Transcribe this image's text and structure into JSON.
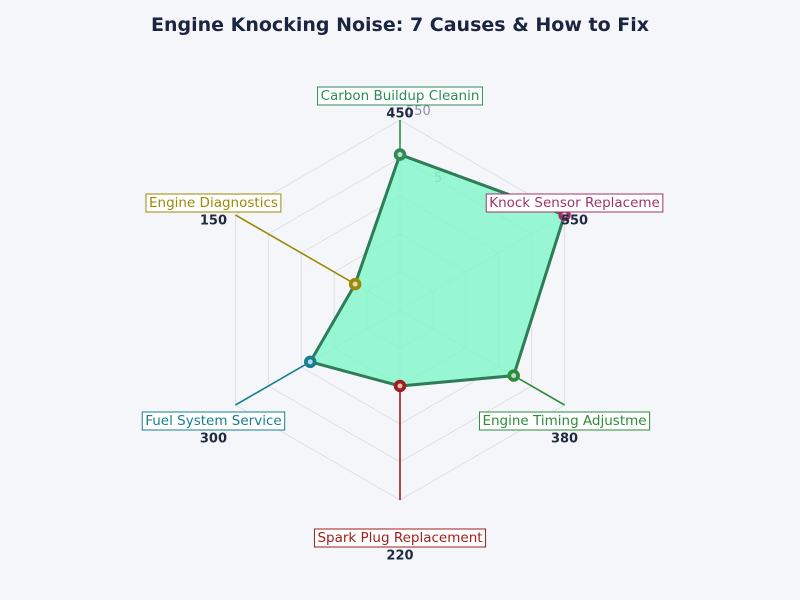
{
  "chart_data": {
    "type": "radar",
    "title": "Engine Knocking Noise: 7 Causes & How to Fix",
    "rmax": 550,
    "tick_labels": [
      "550",
      "5"
    ],
    "categories": [
      "Carbon Buildup Cleanin",
      "Knock Sensor Replaceme",
      "Engine Timing Adjustme",
      "Spark Plug Replacement",
      "Fuel System Service",
      "Engine Diagnostics"
    ],
    "values": [
      450,
      550,
      380,
      220,
      300,
      150
    ],
    "value_labels": [
      "450",
      "550",
      "380",
      "220",
      "300",
      "150"
    ],
    "colors": [
      "#2e8b57",
      "#a0336a",
      "#2e8b3a",
      "#a01e1e",
      "#177f8f",
      "#9c8a06"
    ],
    "fill_color": "#7ef7c8",
    "outline_color": "#2e7d57"
  }
}
